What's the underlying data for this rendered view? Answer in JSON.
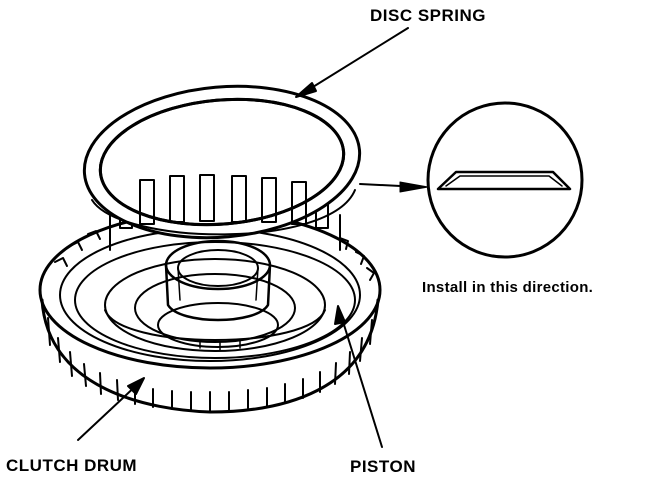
{
  "labels": {
    "disc_spring": "DISC SPRING",
    "install_note": "Install in this direction.",
    "clutch_drum": "CLUTCH DRUM",
    "piston": "PISTON"
  },
  "colors": {
    "ink": "#000000",
    "paper": "#ffffff"
  }
}
